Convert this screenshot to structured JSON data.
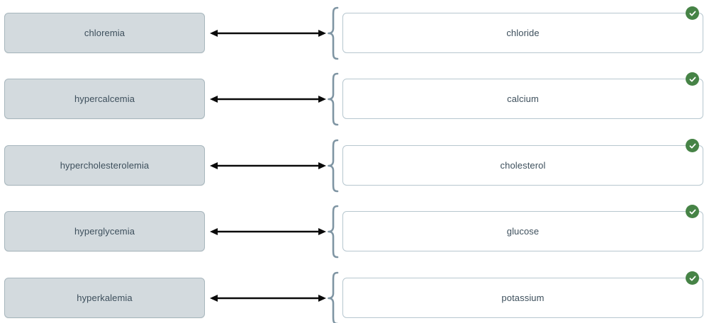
{
  "exercise": {
    "type": "matching-pairs",
    "status_all_correct": true,
    "colors": {
      "term_fill": "#d3dade",
      "term_border": "#a7b6bd",
      "text": "#3d4f5c",
      "definition_fill": "#ffffff",
      "definition_border": "#b7c7cf",
      "brace": "#7f95a3",
      "arrow": "#0a0a0a",
      "correct_badge": "#468346",
      "page_background": "#ffffff"
    },
    "icons": {
      "link_arrow": "double-headed-arrow-icon",
      "brace": "curly-brace-icon",
      "correct": "check-circle-icon"
    },
    "rows": [
      {
        "term": "chloremia",
        "definition": "chloride",
        "correct": true
      },
      {
        "term": "hypercalcemia",
        "definition": "calcium",
        "correct": true
      },
      {
        "term": "hypercholesterolemia",
        "definition": "cholesterol",
        "correct": true
      },
      {
        "term": "hyperglycemia",
        "definition": "glucose",
        "correct": true
      },
      {
        "term": "hyperkalemia",
        "definition": "potassium",
        "correct": true
      }
    ]
  }
}
